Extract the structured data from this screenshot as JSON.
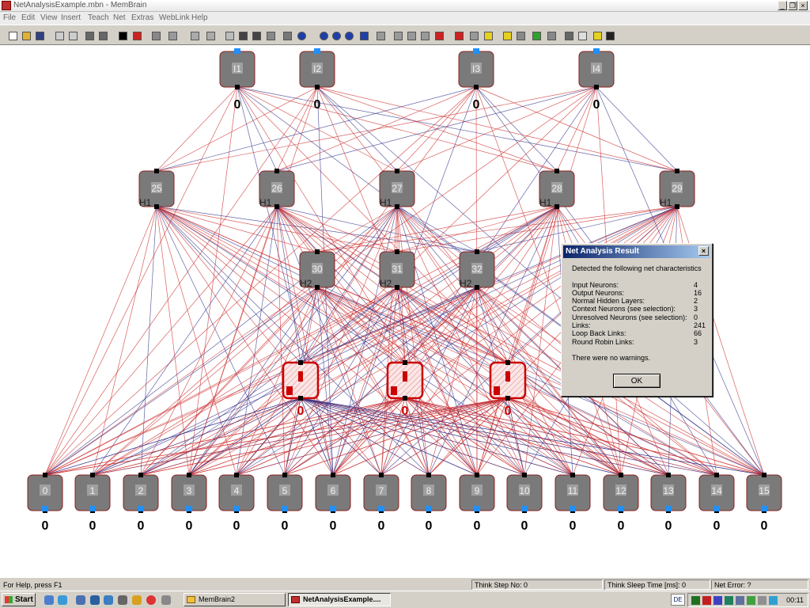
{
  "window": {
    "title": "NetAnalysisExample.mbn - MemBrain"
  },
  "menu": [
    "File",
    "Edit",
    "View",
    "Insert",
    "Teach",
    "Net",
    "Extras",
    "WebLink",
    "Help"
  ],
  "toolbar_icons": [
    "new-file-icon",
    "open-folder-icon",
    "save-icon",
    "copy-icon",
    "paste-icon",
    "undo-icon",
    "redo-icon",
    "select-arrow-icon",
    "neuron-tool-icon",
    "add-neuron-icon",
    "link-tool-icon",
    "think-icon",
    "think-step-icon",
    "neuron-shape-icon",
    "stop-icon",
    "reset-icon",
    "layer-icon",
    "layer-props-icon",
    "zoom-in-icon",
    "zoom-out-icon",
    "zoom-fit-icon",
    "zoom-region-icon",
    "center-view-icon",
    "align-left-icon",
    "align-top-icon",
    "space-horizontal-icon",
    "space-vertical-icon",
    "teacher-icon",
    "teacher-stop-icon",
    "teacher-settings-icon",
    "lesson-icon",
    "lesson-editor-icon",
    "net-error-icon",
    "net-info-icon",
    "report-icon",
    "print-icon",
    "options-icon",
    "help-icon",
    "context-help-icon"
  ],
  "network": {
    "input_neurons": [
      {
        "label": "I1",
        "value": "0"
      },
      {
        "label": "I2",
        "value": "0"
      },
      {
        "label": "I3",
        "value": "0"
      },
      {
        "label": "I4",
        "value": "0"
      }
    ],
    "hidden1_neurons": [
      {
        "label": "25",
        "layer": "H1"
      },
      {
        "label": "26",
        "layer": "H1"
      },
      {
        "label": "27",
        "layer": "H1"
      },
      {
        "label": "28",
        "layer": "H1"
      },
      {
        "label": "29",
        "layer": "H1"
      }
    ],
    "hidden2_neurons": [
      {
        "label": "30",
        "layer": "H2"
      },
      {
        "label": "31",
        "layer": "H2"
      },
      {
        "label": "32",
        "layer": "H2"
      }
    ],
    "context_neurons": [
      {
        "value": "0"
      },
      {
        "value": "0"
      },
      {
        "value": "0"
      }
    ],
    "output_neurons": [
      {
        "label": "0",
        "value": "0"
      },
      {
        "label": "1",
        "value": "0"
      },
      {
        "label": "2",
        "value": "0"
      },
      {
        "label": "3",
        "value": "0"
      },
      {
        "label": "4",
        "value": "0"
      },
      {
        "label": "5",
        "value": "0"
      },
      {
        "label": "6",
        "value": "0"
      },
      {
        "label": "7",
        "value": "0"
      },
      {
        "label": "8",
        "value": "0"
      },
      {
        "label": "9",
        "value": "0"
      },
      {
        "label": "10",
        "value": "0"
      },
      {
        "label": "11",
        "value": "0"
      },
      {
        "label": "12",
        "value": "0"
      },
      {
        "label": "13",
        "value": "0"
      },
      {
        "label": "14",
        "value": "0"
      },
      {
        "label": "15",
        "value": "0"
      }
    ],
    "colors": {
      "neuron": "#7a7a7a",
      "context": "#cc0000",
      "link_red": "#cc2a2a",
      "link_blue": "#30308a",
      "input_marker": "#1e90ff"
    }
  },
  "dialog": {
    "title": "Net Analysis Result",
    "intro": "Detected the following net characteristics",
    "rows": [
      {
        "label": "Input Neurons:",
        "value": "4"
      },
      {
        "label": "Output Neurons:",
        "value": "16"
      },
      {
        "label": "Normal Hidden Layers:",
        "value": "2"
      },
      {
        "label": "Context Neurons (see selection):",
        "value": "3"
      },
      {
        "label": "Unresolved Neurons (see selection):",
        "value": "0"
      },
      {
        "label": "Links:",
        "value": "241"
      },
      {
        "label": "Loop Back Links:",
        "value": "66"
      },
      {
        "label": "Round Robin Links:",
        "value": "3"
      }
    ],
    "warning": "There were no warnings.",
    "ok_label": "OK"
  },
  "status": {
    "help": "For Help, press F1",
    "think_step": "Think Step No: 0",
    "sleep_time": "Think Sleep Time [ms]: 0",
    "net_error": "Net Error: ?"
  },
  "taskbar": {
    "start_label": "Start",
    "tasks": [
      "MemBrain2",
      "NetAnalysisExample...."
    ],
    "language": "DE",
    "clock": "00:11"
  }
}
